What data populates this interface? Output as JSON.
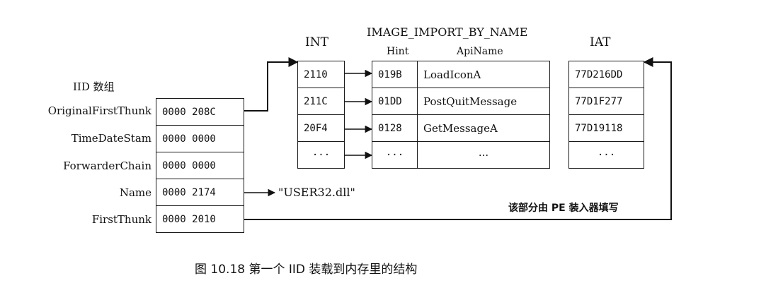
{
  "iid": {
    "title": "IID 数组",
    "fields": [
      {
        "name": "OriginalFirstThunk",
        "value": "0000 208C"
      },
      {
        "name": "TimeDateStam",
        "value": "0000 0000"
      },
      {
        "name": "ForwarderChain",
        "value": "0000 0000"
      },
      {
        "name": "Name",
        "value": "0000 2174"
      },
      {
        "name": "FirstThunk",
        "value": "0000 2010"
      }
    ]
  },
  "int": {
    "title": "INT",
    "entries": [
      "2110",
      "211C",
      "20F4",
      "···"
    ]
  },
  "import_by_name": {
    "title": "IMAGE_IMPORT_BY_NAME",
    "hint_header": "Hint",
    "name_header": "ApiName",
    "rows": [
      {
        "hint": "019B",
        "name": "LoadIconA"
      },
      {
        "hint": "01DD",
        "name": "PostQuitMessage"
      },
      {
        "hint": "0128",
        "name": "GetMessageA"
      },
      {
        "hint": "···",
        "name": "···"
      }
    ]
  },
  "iat": {
    "title": "IAT",
    "entries": [
      "77D216DD",
      "77D1F277",
      "77D19118",
      "···"
    ]
  },
  "dll_name": "\"USER32.dll\"",
  "loader_note": "该部分由 PE 装入器填写",
  "caption": "图 10.18    第一个 IID 装载到内存里的结构"
}
